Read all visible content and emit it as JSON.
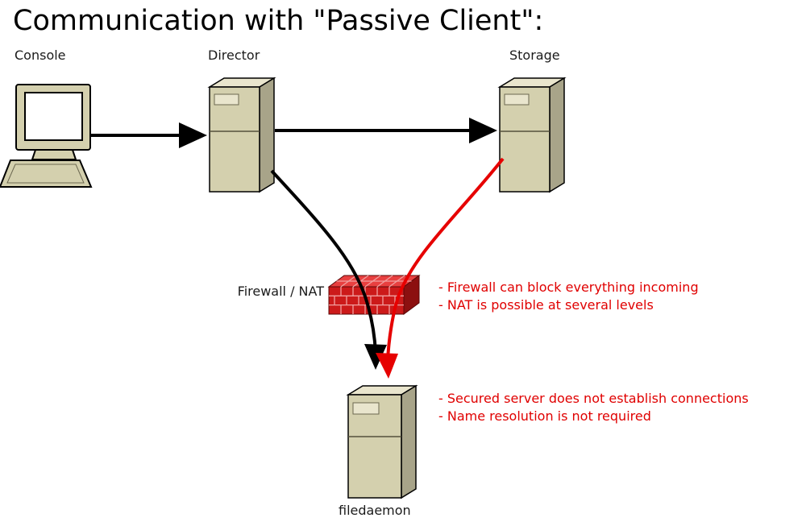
{
  "title": "Communication with \"Passive Client\":",
  "nodes": {
    "console": {
      "label": "Console"
    },
    "director": {
      "label": "Director"
    },
    "storage": {
      "label": "Storage"
    },
    "firewall": {
      "label": "Firewall / NAT"
    },
    "filedaemon": {
      "label": "filedaemon"
    }
  },
  "annotations": {
    "firewall_note_1": "- Firewall can block everything incoming",
    "firewall_note_2": "- NAT is possible at several levels",
    "filedaemon_note_1": "- Secured server does not establish connections",
    "filedaemon_note_2": "- Name resolution is not required"
  },
  "colors": {
    "annotation_red": "#e00000",
    "arrow_black": "#000000",
    "arrow_red": "#e60000",
    "server_front": "#d4d0ae",
    "server_top": "#e9e5cd",
    "server_side": "#a8a489",
    "badge": "#e9e5cd",
    "screen": "#ffffff",
    "firewall_front": "#cc1a1a",
    "firewall_top": "#e84040",
    "firewall_side": "#8c1010",
    "mortar": "#f0a0a0"
  }
}
